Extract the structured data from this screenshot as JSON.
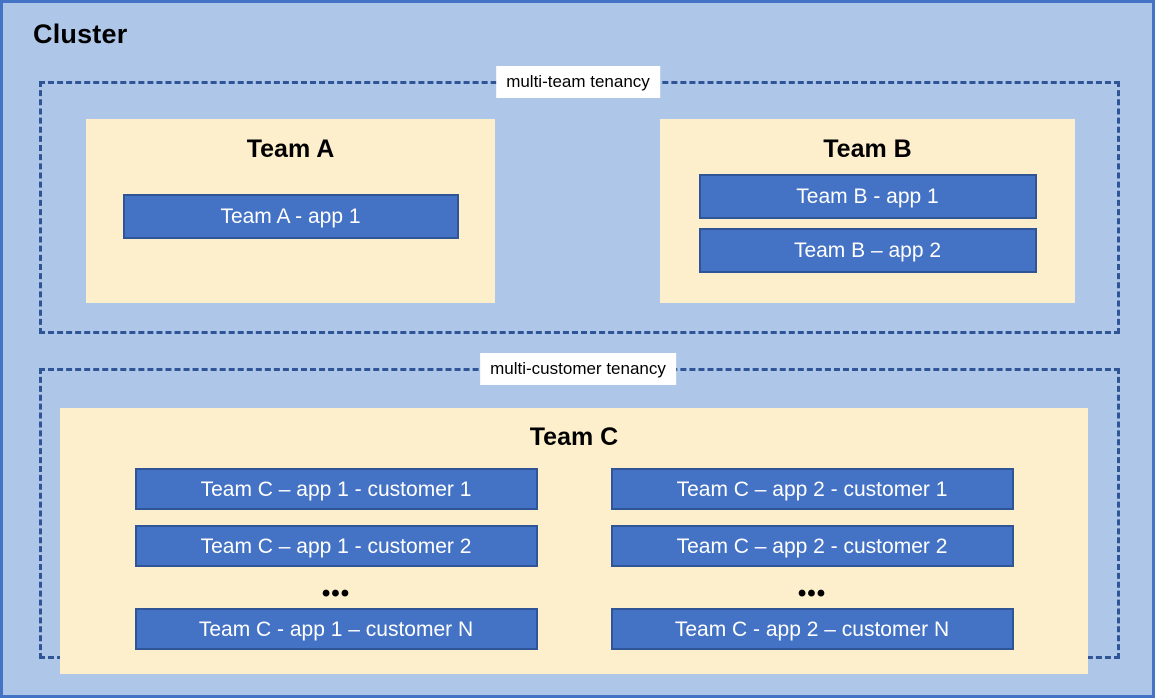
{
  "cluster": {
    "title": "Cluster",
    "background_color": "#aec7e8",
    "border_color": "#4472c4"
  },
  "zones": [
    {
      "id": "multi-team",
      "label": "multi-team tenancy",
      "border_color": "#2f5597"
    },
    {
      "id": "multi-customer",
      "label": "multi-customer tenancy",
      "border_color": "#2f5597"
    }
  ],
  "teams": {
    "team_a": {
      "name": "Team A",
      "panel_color": "#fdeecc",
      "apps": [
        {
          "label": "Team A - app 1"
        }
      ]
    },
    "team_b": {
      "name": "Team B",
      "panel_color": "#fdeecc",
      "apps": [
        {
          "label": "Team B - app 1"
        },
        {
          "label": "Team B – app 2"
        }
      ]
    },
    "team_c": {
      "name": "Team C",
      "panel_color": "#fdeecc",
      "ellipsis": "•••",
      "columns": [
        {
          "id": "app-1",
          "apps_top": [
            {
              "label": "Team C – app 1 - customer 1"
            },
            {
              "label": "Team C – app 1 - customer 2"
            }
          ],
          "apps_bottom": [
            {
              "label": "Team C - app 1 – customer N"
            }
          ]
        },
        {
          "id": "app-2",
          "apps_top": [
            {
              "label": "Team C – app 2 - customer 1"
            },
            {
              "label": "Team C – app 2 - customer 2"
            }
          ],
          "apps_bottom": [
            {
              "label": "Team C - app 2 – customer N"
            }
          ]
        }
      ]
    }
  },
  "colors": {
    "app_box_fill": "#4472c4",
    "app_box_border": "#2f5597",
    "app_box_text": "#ffffff",
    "panel_fill": "#fdeecc",
    "canvas_fill": "#aec7e8",
    "label_fill": "#ffffff",
    "text": "#000000"
  }
}
